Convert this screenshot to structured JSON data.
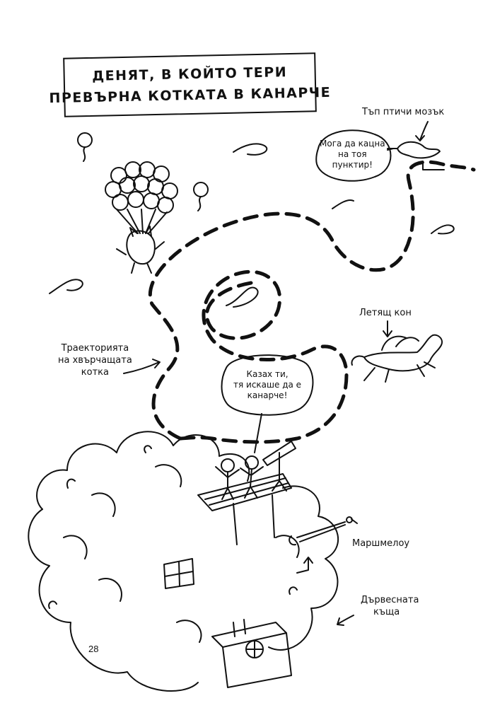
{
  "title": {
    "line1": "ДЕНЯТ, В КОЙТО ТЕРИ",
    "line2": "ПРЕВЪРНА КОТКАТА В КАНАРЧЕ"
  },
  "labels": {
    "bird_brain": "Тъп птичи мозък",
    "flying_horse": "Летящ кон",
    "trajectory_line1": "Траекторията",
    "trajectory_line2": "на хвърчащата",
    "trajectory_line3": "котка",
    "marshmallow": "Маршмелоу",
    "treehouse_line1": "Дървесната",
    "treehouse_line2": "къща"
  },
  "bubbles": {
    "bird_line1": "Мога да кацна",
    "bird_line2": "на тоя",
    "bird_line3": "пунктир!",
    "kids_line1": "Казах ти,",
    "kids_line2": "тя искаше да е",
    "kids_line3": "канарче!"
  },
  "page_number": "28"
}
